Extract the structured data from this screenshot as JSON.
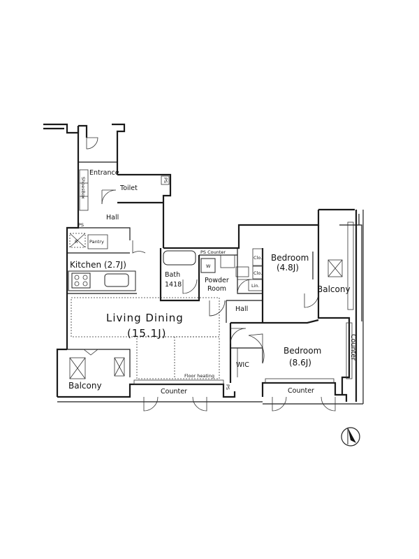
{
  "rooms": {
    "entrance": "Entrance",
    "shoes_box": "ShoesBox",
    "toilet": "Toilet",
    "ps_top": "PS",
    "hall_upper": "Hall",
    "ps_kitchen": "PS",
    "refrigerator": "R",
    "pantry": "Pantry",
    "kitchen": "Kitchen (2.7J)",
    "bath": "Bath",
    "bath_size": "1418",
    "washer": "W",
    "ps_counter": "PS Counter",
    "powder_room_1": "Powder",
    "powder_room_2": "Room",
    "linen": "Lin.",
    "closet_1": "Clo.",
    "closet_2": "Clo.",
    "bedroom_small": "Bedroom",
    "bedroom_small_size": "(4.8J)",
    "balcony_right": "Balcony",
    "hall_center": "Hall",
    "living_dining": "Living Dining",
    "living_dining_size": "(15.1J)",
    "floor_heating": "Floor heating",
    "ps_lower": "PS",
    "wic": "WIC",
    "bedroom_large": "Bedroom",
    "bedroom_large_size": "(8.6J)",
    "counter_right": "Counter",
    "balcony_left": "Balcony",
    "counter_living": "Counter",
    "counter_bedroom": "Counter"
  },
  "compass": {
    "icon": "north-arrow-icon"
  }
}
